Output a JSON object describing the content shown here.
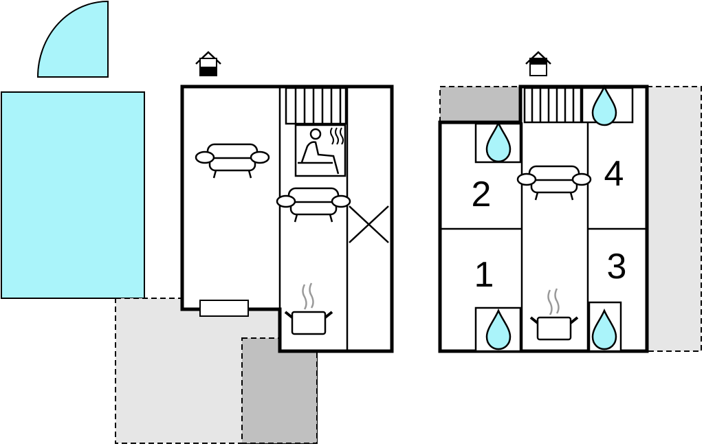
{
  "colors": {
    "pool": "#aaf4fa",
    "terrace_light": "#e6e6e6",
    "terrace_dark": "#c0c0c0",
    "wall": "#000000",
    "water_drop": "#aaf4fa",
    "steam": "#999999"
  },
  "rooms": {
    "room_1": "1",
    "room_2": "2",
    "room_3": "3",
    "room_4": "4"
  },
  "icons": [
    "pool",
    "entrance-house-icon",
    "stairs",
    "sauna-icon",
    "sofa-icon",
    "kitchen-pot-icon",
    "water-drop-icon",
    "door",
    "void-cross"
  ]
}
